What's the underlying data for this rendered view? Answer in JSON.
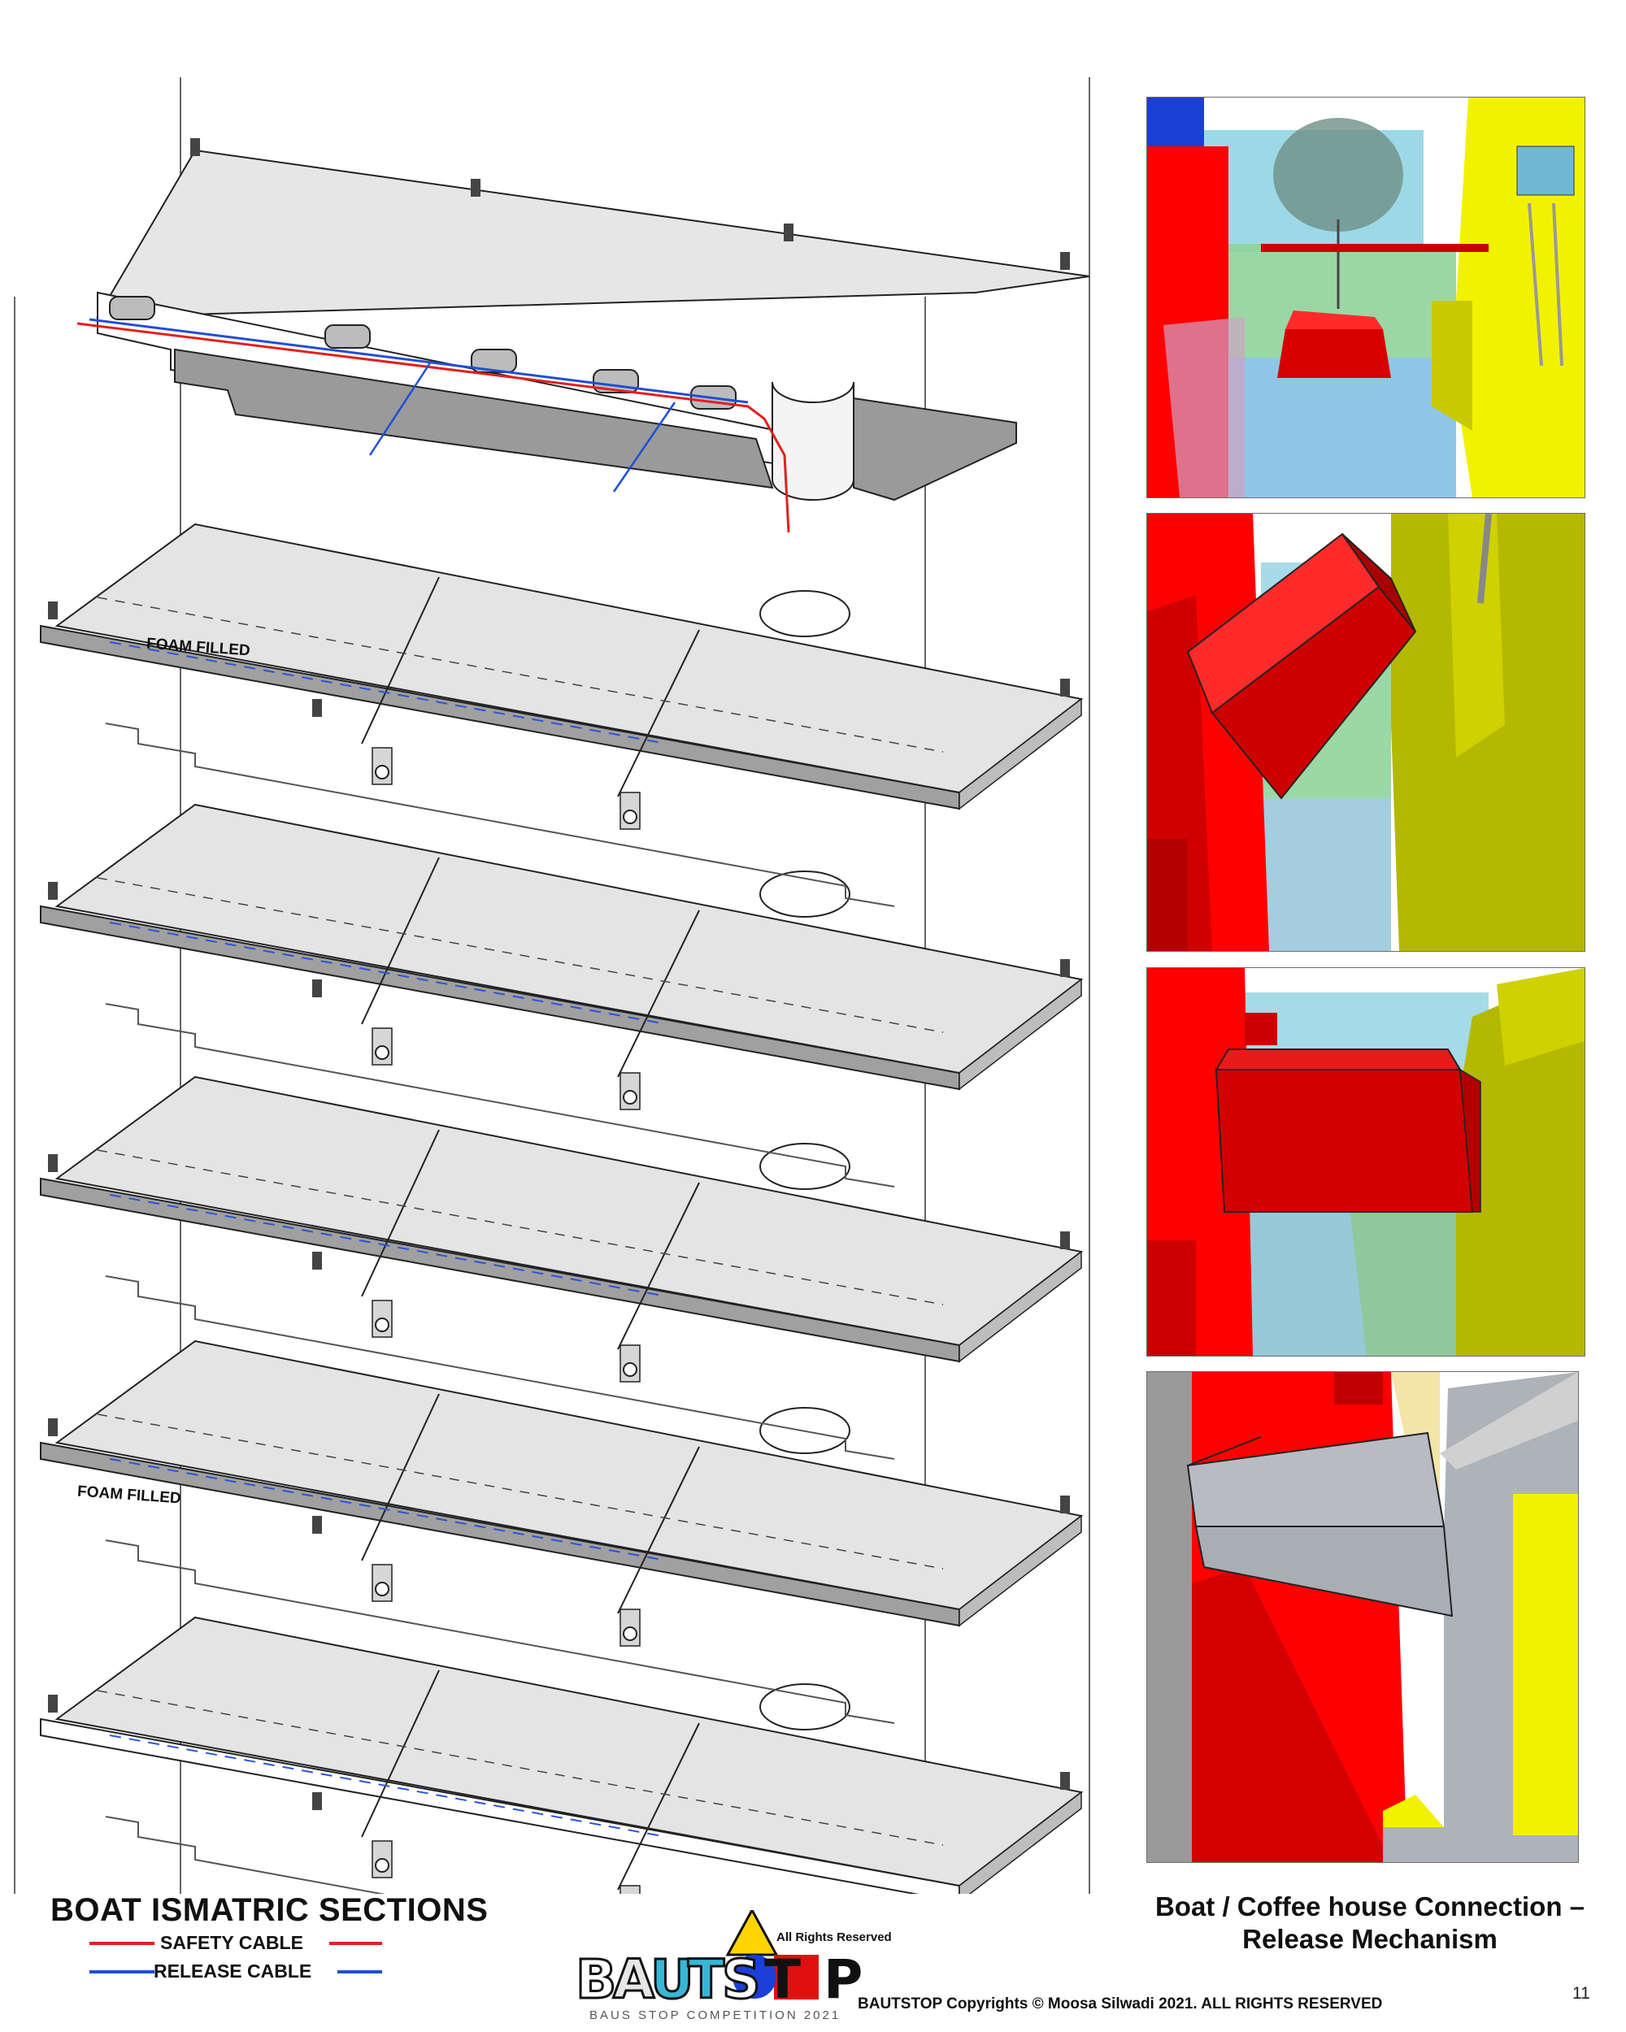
{
  "diagram": {
    "title": "BOAT ISMATRIC SECTIONS",
    "foam_labels": [
      "FOAM FILLED",
      "FOAM FILLED"
    ],
    "legend": [
      {
        "label": "SAFETY CABLE",
        "color": "#e02020"
      },
      {
        "label": "RELEASE CABLE",
        "color": "#1f4fd6"
      }
    ]
  },
  "right_panel": {
    "caption": "Boat / Coffee house Connection – Release Mechanism"
  },
  "logo": {
    "wordmark": "BAUTSTOP",
    "reserved": "All Rights Reserved",
    "competition": "BAUS STOP COMPETITION 2021"
  },
  "footer": {
    "copyright": "BAUTSTOP Copyrights © Moosa Silwadi 2021. ALL RIGHTS RESERVED",
    "page_number": "11"
  },
  "colors": {
    "safety_cable": "#e02020",
    "release_cable": "#1f4fd6",
    "red": "#ff0000",
    "yellow": "#f2f200",
    "dark_yellow": "#b5b800",
    "sky": "#8fd3e8",
    "green": "#93d39b",
    "slab": "#e3e3e3",
    "slab_side": "#9b9b9b"
  }
}
